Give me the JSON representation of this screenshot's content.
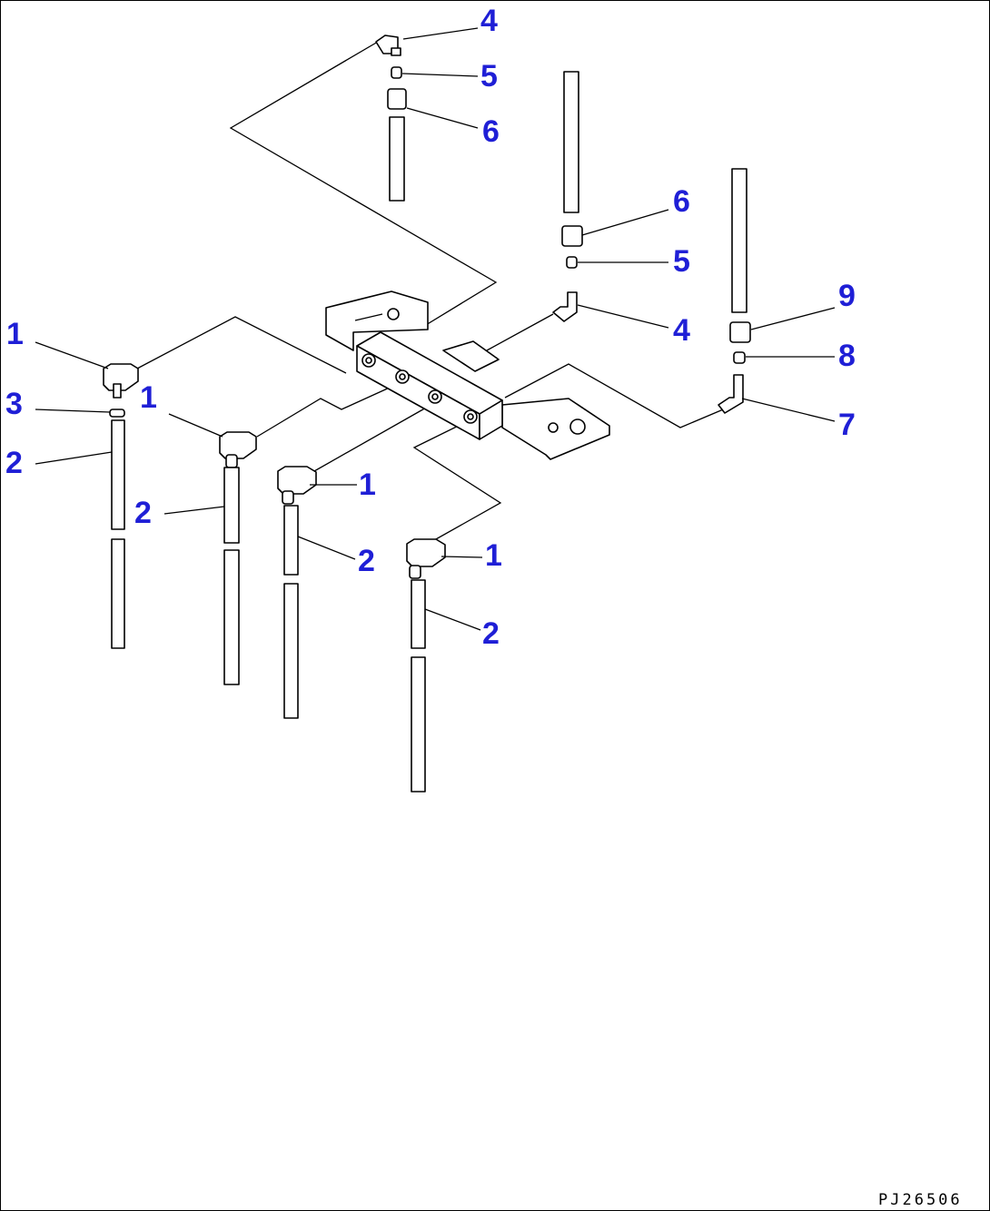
{
  "drawing_code": "PJ26506",
  "callouts": [
    {
      "id": "c4a",
      "label": "4"
    },
    {
      "id": "c5a",
      "label": "5"
    },
    {
      "id": "c6a",
      "label": "6"
    },
    {
      "id": "c6b",
      "label": "6"
    },
    {
      "id": "c5b",
      "label": "5"
    },
    {
      "id": "c4b",
      "label": "4"
    },
    {
      "id": "c9",
      "label": "9"
    },
    {
      "id": "c8",
      "label": "8"
    },
    {
      "id": "c7",
      "label": "7"
    },
    {
      "id": "c1a",
      "label": "1"
    },
    {
      "id": "c3",
      "label": "3"
    },
    {
      "id": "c2a",
      "label": "2"
    },
    {
      "id": "c1b",
      "label": "1"
    },
    {
      "id": "c2b",
      "label": "2"
    },
    {
      "id": "c1c",
      "label": "1"
    },
    {
      "id": "c2c",
      "label": "2"
    },
    {
      "id": "c1d",
      "label": "1"
    },
    {
      "id": "c2d",
      "label": "2"
    }
  ]
}
